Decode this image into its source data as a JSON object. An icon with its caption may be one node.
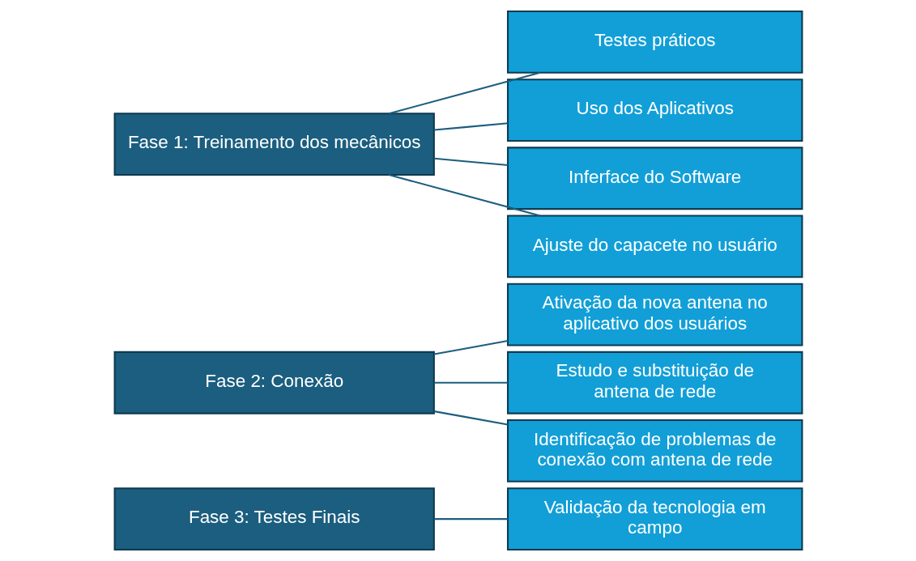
{
  "diagram": {
    "nodes": [
      {
        "text": [
          "Fase 1: Treinamento dos mecânicos"
        ]
      },
      {
        "text": [
          "Ajuste do capacete no usuário"
        ]
      },
      {
        "text": [
          "Inferface do Software"
        ]
      },
      {
        "text": [
          "Uso dos Aplicativos"
        ]
      },
      {
        "text": [
          "Testes práticos"
        ]
      },
      {
        "text": [
          "Fase 2: Conexão"
        ]
      },
      {
        "text": [
          "Identificação de problemas de conexão com antena de rede"
        ]
      },
      {
        "text": [
          "Estudo e substituição de antena de rede"
        ]
      },
      {
        "text": [
          "Ativação da nova antena no aplicativo dos usuários"
        ]
      },
      {
        "text": [
          "Fase 3: Testes Finais"
        ]
      },
      {
        "text": [
          "Validação da tecnologia em campo"
        ]
      }
    ],
    "edges": [
      {
        "from": 0,
        "to": 1,
        "arrow": "none"
      },
      {
        "from": 0,
        "to": 2,
        "arrow": "none"
      },
      {
        "from": 0,
        "to": 3,
        "arrow": "none"
      },
      {
        "from": 0,
        "to": 4,
        "arrow": "none"
      },
      {
        "from": 5,
        "to": 6,
        "arrow": "none"
      },
      {
        "from": 5,
        "to": 7,
        "arrow": "none"
      },
      {
        "from": 5,
        "to": 8,
        "arrow": "none"
      },
      {
        "from": 9,
        "to": 10,
        "arrow": "none"
      }
    ]
  }
}
